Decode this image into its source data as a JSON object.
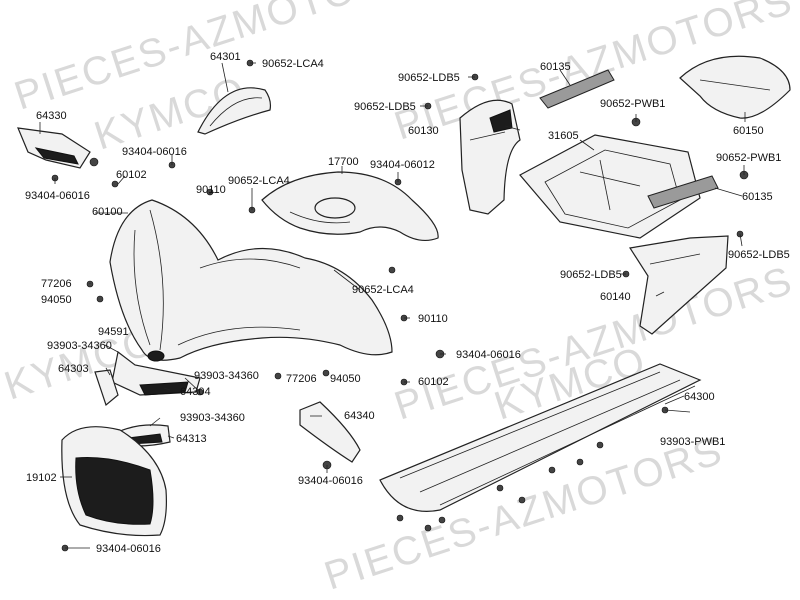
{
  "watermarks": [
    "PIECES-AZMOTORS",
    "KYMCO",
    "PIECES-AZMOTORS",
    "KYMCO",
    "PIECES-AZMOTORS",
    "KYMCO",
    "PIECES-AZMOTORS"
  ],
  "parts": {
    "p64301": "64301",
    "p90652_lca4_a": "90652-LCA4",
    "p64330": "64330",
    "p93404_06016_a": "93404-06016",
    "p93404_06016_b": "93404-06016",
    "p60102_a": "60102",
    "p60100": "60100",
    "p90110_a": "90110",
    "p90652_lca4_b": "90652-LCA4",
    "p17700": "17700",
    "p93404_06012": "93404-06012",
    "p90652_lca4_c": "90652-LCA4",
    "p77206_a": "77206",
    "p94050_a": "94050",
    "p94591": "94591",
    "p93903_34360_a": "93903-34360",
    "p64303": "64303",
    "p93903_34360_b": "93903-34360",
    "p64304": "64304",
    "p77206_b": "77206",
    "p94050_b": "94050",
    "p93903_34360_c": "93903-34360",
    "p64313": "64313",
    "p19102": "19102",
    "p93404_06016_c": "93404-06016",
    "p90110_b": "90110",
    "p93404_06016_d": "93404-06016",
    "p60102_b": "60102",
    "p64340": "64340",
    "p93404_06016_e": "93404-06016",
    "p90652_ldb5_a": "90652-LDB5",
    "p90652_ldb5_b": "90652-LDB5",
    "p60130": "60130",
    "p60135_a": "60135",
    "p90652_pwb1_a": "90652-PWB1",
    "p31605": "31605",
    "p60150": "60150",
    "p90652_pwb1_b": "90652-PWB1",
    "p60135_b": "60135",
    "p90652_ldb5_c": "90652-LDB5",
    "p90652_ldb5_d": "90652-LDB5",
    "p60140": "60140",
    "p64300": "64300",
    "p93903_pwb1": "93903-PWB1"
  }
}
